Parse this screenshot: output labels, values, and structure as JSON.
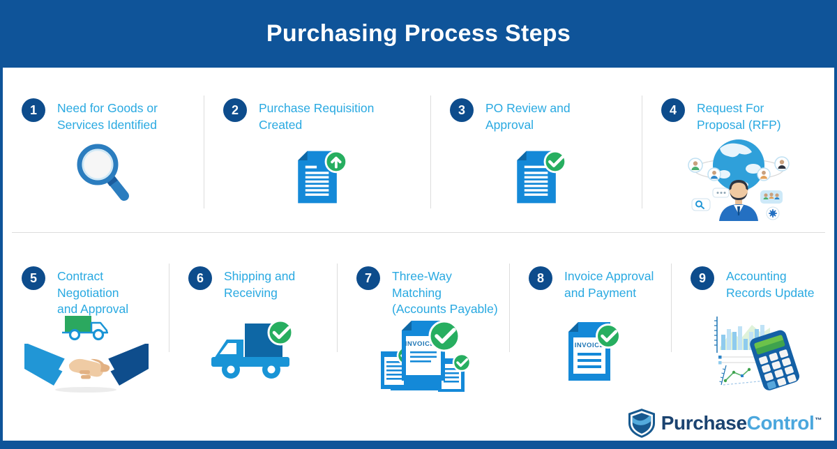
{
  "header": {
    "title": "Purchasing Process Steps"
  },
  "steps": [
    {
      "number": "1",
      "label": "Need for Goods or\nServices Identified",
      "icon": "magnifier"
    },
    {
      "number": "2",
      "label": "Purchase Requisition\nCreated",
      "icon": "document-upload"
    },
    {
      "number": "3",
      "label": "PO Review and\nApproval",
      "icon": "document-approved"
    },
    {
      "number": "4",
      "label": "Request For\nProposal (RFP)",
      "icon": "global-network-person"
    },
    {
      "number": "5",
      "label": "Contract\nNegotiation\nand Approval",
      "icon": "handshake-truck"
    },
    {
      "number": "6",
      "label": "Shipping and\nReceiving",
      "icon": "truck-approved"
    },
    {
      "number": "7",
      "label": "Three-Way\nMatching\n(Accounts Payable)",
      "icon": "three-documents-approved"
    },
    {
      "number": "8",
      "label": "Invoice Approval\nand Payment",
      "icon": "invoice-approved"
    },
    {
      "number": "9",
      "label": "Accounting\nRecords Update",
      "icon": "chart-calculator"
    }
  ],
  "icon_text": {
    "invoice": "INVOICE"
  },
  "logo": {
    "part1": "Purchase",
    "part2": "Control",
    "trademark": "™"
  },
  "colors": {
    "header_bg": "#0F5499",
    "number_circle": "#0D4C8C",
    "label_text": "#29A9E1",
    "icon_blue": "#1489D8",
    "icon_dark_blue": "#0E67A5",
    "check_green": "#27AE60",
    "divider": "#DCDCDC",
    "logo_dark": "#1B4370",
    "logo_light": "#4BA7DD"
  }
}
